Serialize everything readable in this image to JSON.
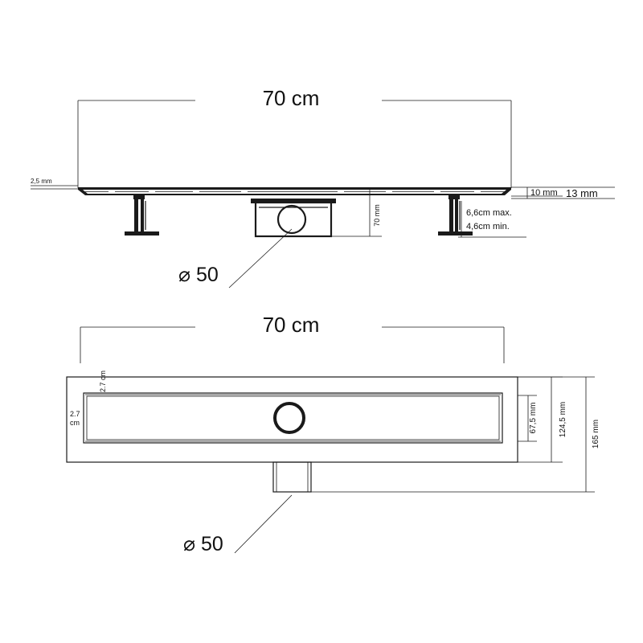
{
  "side_view": {
    "width_label": "70 cm",
    "frame_thickness_label": "2,5 mm",
    "grate_label": "10 mm",
    "flange_label": "13 mm",
    "outlet_height_label": "70 mm",
    "leg_max_label": "6,6cm max.",
    "leg_min_label": "4,6cm min.",
    "outlet_diameter_label": "⌀ 50"
  },
  "top_view": {
    "width_label": "70 cm",
    "margin_top_label": "2.7 cm",
    "margin_side_label": "2.7 cm",
    "inner_width_label": "67,5 mm",
    "channel_width_label": "124,5 mm",
    "total_width_label": "165 mm",
    "outlet_diameter_label": "⌀ 50"
  },
  "colors": {
    "line": "#1a1a1a",
    "background": "#ffffff"
  }
}
